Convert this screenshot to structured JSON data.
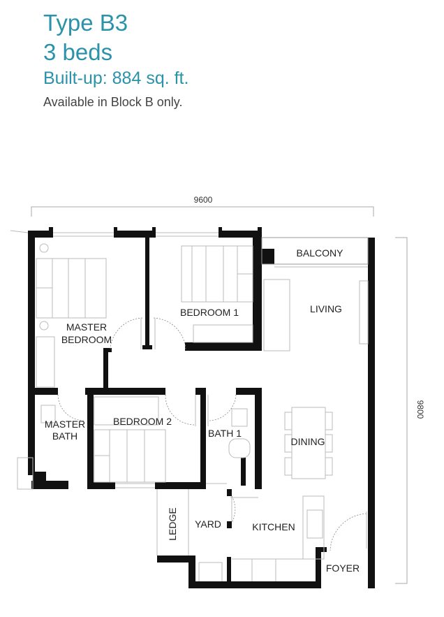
{
  "header": {
    "type": "Type B3",
    "beds": "3 beds",
    "builtup": "Built-up: 884 sq. ft.",
    "availability": "Available in Block B only."
  },
  "dimensions": {
    "width": "9600",
    "depth": "9800"
  },
  "rooms": {
    "balcony": "BALCONY",
    "living": "LIVING",
    "bedroom1": "BEDROOM 1",
    "master_bedroom_1": "MASTER",
    "master_bedroom_2": "BEDROOM",
    "master_bath_1": "MASTER",
    "master_bath_2": "BATH",
    "bedroom2": "BEDROOM 2",
    "bath1": "BATH 1",
    "dining": "DINING",
    "ledge": "LEDGE",
    "yard": "YARD",
    "kitchen": "KITCHEN",
    "foyer": "FOYER"
  },
  "colors": {
    "accent": "#2a93aa",
    "walls": "#111111"
  }
}
